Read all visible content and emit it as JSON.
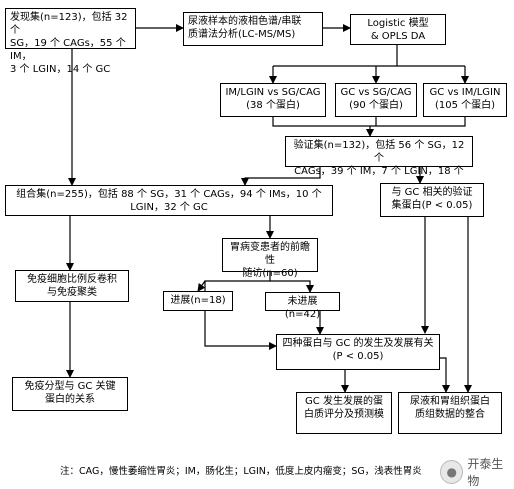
{
  "boxes": {
    "discovery": "发现集(n=123)，包括 32 个\nSG，19 个 CAGs，55 个 IM，\n3 个 LGIN，14 个 GC",
    "lcms": "尿液样本的液相色谱/串联\n质谱法分析(LC-MS/MS)",
    "opls": "Logistic 模型\n& OPLS DA",
    "im_lgin": "IM/LGIN vs SG/CAG\n(38 个蛋白)",
    "gc_sg": "GC vs SG/CAG\n(90 个蛋白)",
    "gc_im": "GC vs IM/LGIN\n(105 个蛋白)",
    "validation": "验证集(n=132)，包括 56 个 SG，12 个\nCAGs，39 个 IM，7 个 LGIN，18 个",
    "combined": "组合集(n=255)，包括 88 个 SG，31 个 CAGs，94 个 IMs，10 个\nLGIN，32 个 GC",
    "gc_related": "与 GC 相关的验证\n集蛋白(P < 0.05)",
    "followup": "胃病变患者的前瞻性\n随访(n=60)",
    "immune_cell": "免疫细胞比例反卷积\n与免疫聚类",
    "progress": "进展(n=18)",
    "no_progress": "未进展(n=42)",
    "four_proteins": "四种蛋白与 GC 的发生及发展有关\n(P < 0.05)",
    "immune_subtype": "免疫分型与 GC 关键\n蛋白的关系",
    "gc_scoring": "GC 发生发展的蛋\n白质评分及预测模",
    "integration": "尿液和胃组织蛋白\n质组数据的整合"
  },
  "note": "注：CAG，慢性萎缩性胃炎；IM，肠化生；LGIN，低度上皮内瘤变；SG，浅表性胃炎",
  "watermark": "开泰生物"
}
